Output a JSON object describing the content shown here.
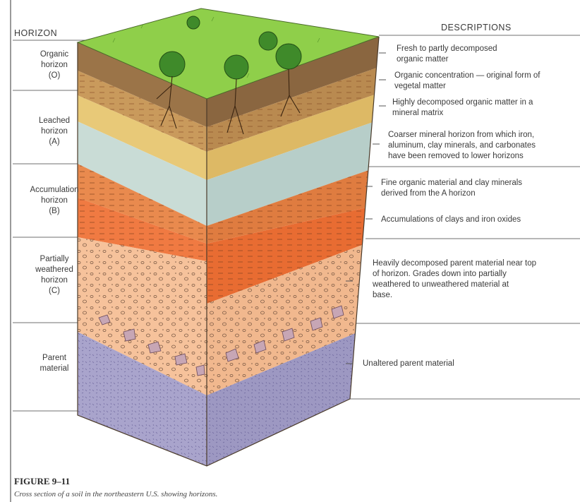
{
  "headers": {
    "horizon": "HORIZON",
    "descriptions": "DESCRIPTIONS"
  },
  "horizons": [
    "Organic\nhorizon\n(O)",
    "Leached\nhorizon\n(A)",
    "Accumulation\nhorizon\n(B)",
    "Partially\nweathered\nhorizon\n(C)",
    "Parent\nmaterial"
  ],
  "descriptions": [
    "Fresh to partly decomposed\norganic matter",
    "Organic concentration — original form of\nvegetal matter",
    "Highly decomposed organic matter in a\nmineral matrix",
    "Coarser mineral horizon from which iron,\naluminum, clay minerals, and carbonates\nhave been removed to lower horizons",
    "Fine organic material and clay minerals\nderived from the A horizon",
    "Accumulations of clays and iron oxides",
    "Heavily decomposed parent material near top\nof horizon. Grades down into partially\nweathered to unweathered material at\nbase.",
    "Unaltered parent material"
  ],
  "figure": {
    "label": "FIGURE 9–11",
    "caption": "Cross section of a soil in the northeastern U.S. showing horizons."
  },
  "colors": {
    "grass": "#8fcf4a",
    "o1": "#9b7448",
    "o2": "#c99a5c",
    "a1": "#e8c978",
    "a2": "#c9dcd6",
    "b1": "#e98a4e",
    "b2": "#f07a42",
    "c": "#f6c29b",
    "parent": "#a9a4cc"
  }
}
